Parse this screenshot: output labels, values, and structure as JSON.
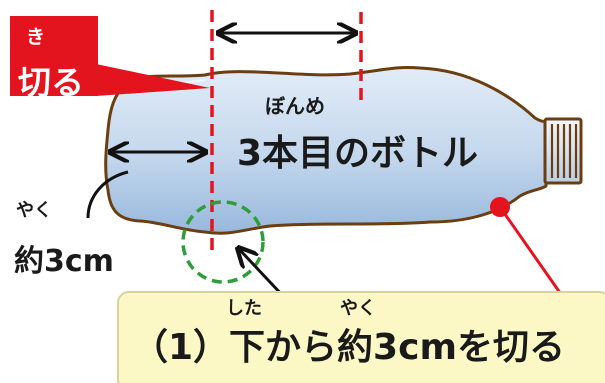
{
  "cut_label": {
    "ruby": "き",
    "text": "切る"
  },
  "bottle": {
    "ruby": "ぼんめ",
    "title": "3本目のボトル"
  },
  "left_label": {
    "ruby": "やく",
    "text": "約3cm"
  },
  "caption": {
    "ruby_shita": "した",
    "ruby_yaku": "やく",
    "text": "（1）下から約3cmを切る"
  },
  "colors": {
    "bottle_fill_top": "#d8e6f4",
    "bottle_fill_bottom": "#9fbfe0",
    "bottle_outline": "#6b3e12",
    "cut_line": "#e4141e",
    "highlight_circle": "#2f9e3a",
    "caption_bg": "#fcf8c6"
  }
}
